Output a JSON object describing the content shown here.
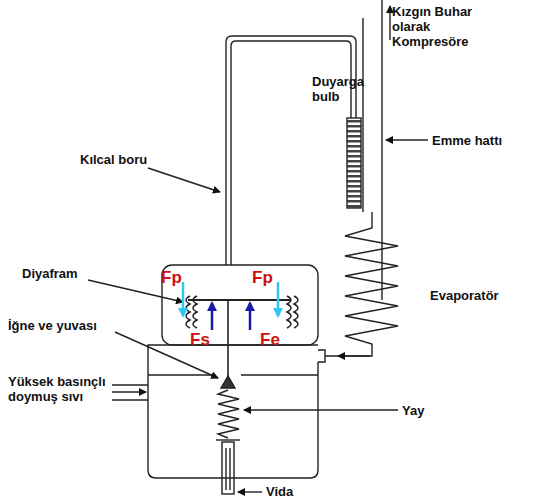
{
  "diagram": {
    "labels": [
      "Kızgın Buhar olarak Kompresöre",
      "Duyarga bulb",
      "Emme hattı",
      "Kılcal boru",
      "Fp",
      "Fp",
      "Fs",
      "Fe",
      "Diyafram",
      "İğne ve yuvası",
      "Evaporatör",
      "Yay",
      "Yüksek basınçlı doymuş sıvı",
      "Vida"
    ]
  }
}
